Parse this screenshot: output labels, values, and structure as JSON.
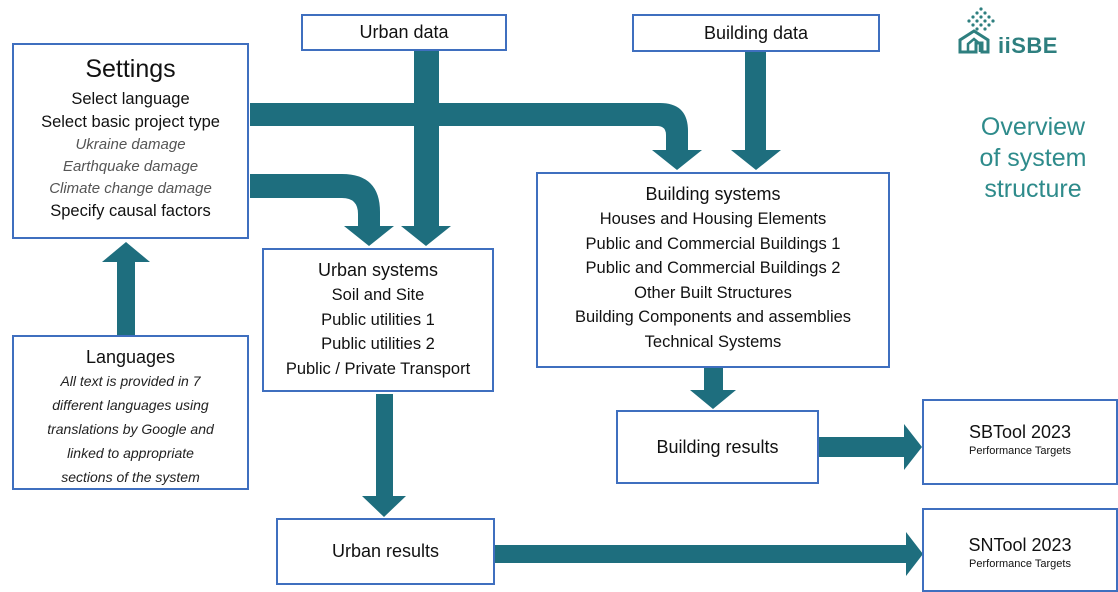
{
  "settings": {
    "title": "Settings",
    "lines": [
      "Select language",
      "Select basic project type"
    ],
    "italic_lines": [
      "Ukraine damage",
      "Earthquake damage",
      "Climate change damage"
    ],
    "last_line": "Specify causal factors"
  },
  "urban_data": {
    "label": "Urban data"
  },
  "building_data": {
    "label": "Building data"
  },
  "building_systems": {
    "title": "Building systems",
    "items": [
      "Houses and Housing Elements",
      "Public and Commercial Buildings 1",
      "Public and Commercial Buildings 2",
      "Other Built Structures",
      "Building Components and assemblies",
      "Technical Systems"
    ]
  },
  "urban_systems": {
    "title": "Urban systems",
    "items": [
      "Soil and Site",
      "Public utilities 1",
      "Public utilities 2",
      "Public / Private Transport"
    ]
  },
  "languages": {
    "title": "Languages",
    "lines": [
      "All text is provided in 7",
      "different languages using",
      "translations by Google and",
      "linked to appropriate",
      "sections of the system"
    ]
  },
  "building_results": {
    "label": "Building results"
  },
  "urban_results": {
    "label": "Urban results"
  },
  "sbtool": {
    "title": "SBTool 2023",
    "subtitle": "Performance Targets"
  },
  "sntool": {
    "title": "SNTool 2023",
    "subtitle": "Performance Targets"
  },
  "logo": {
    "text": "iiSBE"
  },
  "overview": {
    "lines": [
      "Overview",
      "of system",
      "structure"
    ]
  },
  "colors": {
    "arrow": "#1e6e7e",
    "box_border": "#3f6fbf",
    "accent_text": "#2e8b8b"
  }
}
